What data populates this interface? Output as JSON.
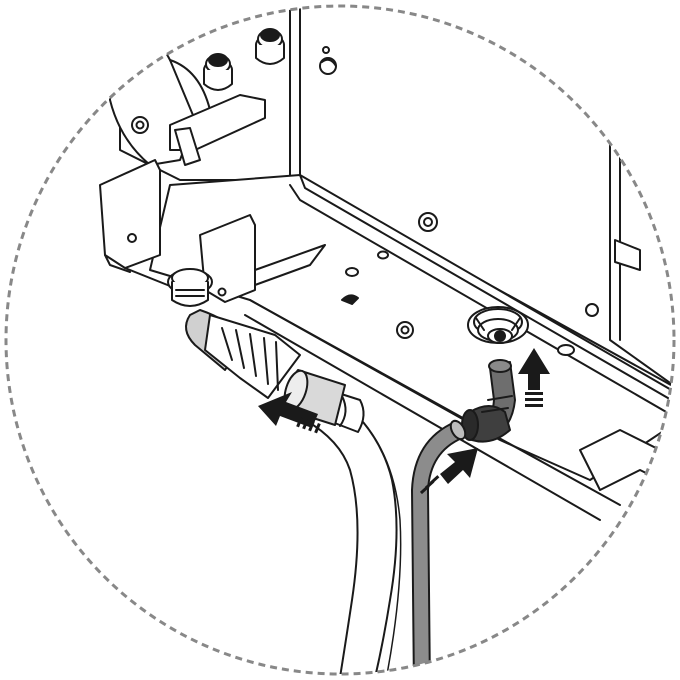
{
  "diagram": {
    "kind": "installation-detail-callout",
    "colors": {
      "line": "#1a1a1a",
      "paper": "#ffffff",
      "light_hose": "#d9d9d9",
      "dark_fitting": "#4a4a4a",
      "mid_gray": "#8c8c8c",
      "arrow": "#2b2b2b",
      "dash_border": "#888888"
    },
    "parts": [
      {
        "id": "boiler-underside",
        "label": ""
      },
      {
        "id": "drain-connector",
        "label": ""
      },
      {
        "id": "drain-hose",
        "label": ""
      },
      {
        "id": "elbow-fitting",
        "label": ""
      },
      {
        "id": "condensate-pipe",
        "label": ""
      }
    ],
    "arrows": [
      {
        "id": "push-arrow-left",
        "direction": "left"
      },
      {
        "id": "push-arrow-up",
        "direction": "up"
      },
      {
        "id": "push-arrow-diagonal",
        "direction": "up-right"
      }
    ]
  }
}
